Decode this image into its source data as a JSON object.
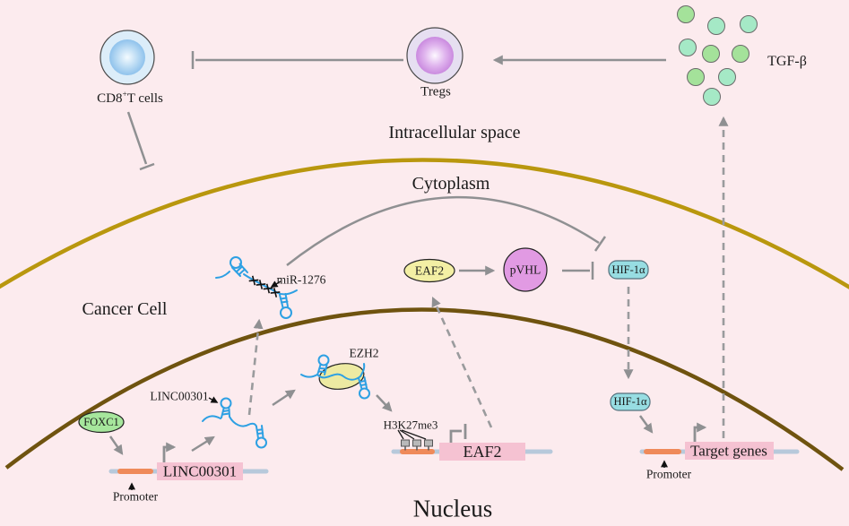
{
  "region_labels": {
    "intracellular_space": "Intracellular space",
    "cytoplasm": "Cytoplasm",
    "cancer_cell": "Cancer Cell",
    "nucleus": "Nucleus"
  },
  "extracellular": {
    "cd8_prefix": "CD8",
    "cd8_sup": "+",
    "cd8_suffix": "T cells",
    "tregs": "Tregs",
    "tgf_beta": "TGF-β"
  },
  "cytoplasm": {
    "mir_1276": "miR-1276",
    "eaf2": "EAF2",
    "pvhl": "pVHL",
    "hif1a": "HIF-1α"
  },
  "nucleus": {
    "foxc1": "FOXC1",
    "linc00301_rna": "LINC00301",
    "ezh2": "EZH2",
    "h3k27me3": "H3K27me3",
    "hif1a": "HIF-1α",
    "linc00301_gene": "LINC00301",
    "eaf2_gene": "EAF2",
    "target_genes": "Target genes",
    "promoter_left": "Promoter",
    "promoter_right": "Promoter"
  },
  "interactions": [
    "TGF-β → Tregs (activating arrow)",
    "Tregs ⊣ CD8+T cells (inhibition bar)",
    "CD8+T cells ⊣ Cancer Cell (inhibition bar)",
    "miR-1276 ⊣ HIF-1α (curved inhibition bar)",
    "EAF2 → pVHL (arrow)",
    "pVHL ⊣ HIF-1α (inhibition bar)",
    "Cytoplasmic HIF-1α ⇢ nuclear HIF-1α (dashed arrow)",
    "FOXC1 → LINC00301 promoter (arrow)",
    "LINC00301 gene → LINC00301 RNA (transcription arrow)",
    "LINC00301 RNA ⇢ miR-1276 (dashed arrow)",
    "LINC00301 RNA → EZH2 (arrow)",
    "EZH2 → H3K27me3 (arrow)",
    "H3K27me3 ⊣ EAF2 transcription (blocked bent arrow)",
    "EAF2 gene ⇢ EAF2 protein (dashed arrow)",
    "Nuclear HIF-1α → Target genes promoter (arrow)",
    "Target genes ⇢ TGF-β (dashed arrow)"
  ],
  "colors": {
    "background": "#fcebee",
    "cell_membrane": "#b9970e",
    "nuclear_membrane": "#6f530f",
    "arrow_gray": "#8f9092",
    "rna_blue": "#2da0e3",
    "gene_box_pink": "#f5c2d2",
    "promoter_orange": "#ef8a5a",
    "dna_track_blue": "#b7c9db",
    "foxc1_green": "#a6e69c",
    "eaf2_yellow": "#f3efa4",
    "pvhl_purple": "#e19ae3",
    "hif1a_teal": "#97dde2",
    "ezh2_yellow": "#edeaa2",
    "tgf_green": "#a4e29a",
    "tgf_teal": "#a5e9c6",
    "cd8_blue": "#8fc2ec",
    "tregs_purple": "#ca8adf"
  }
}
